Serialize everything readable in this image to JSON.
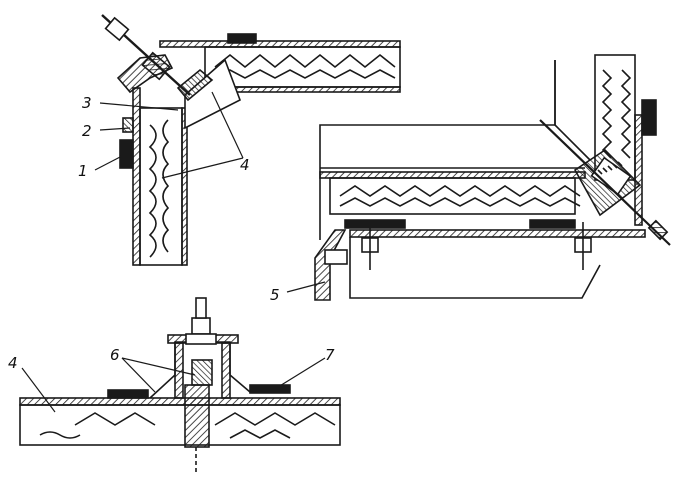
{
  "figure": {
    "callouts": [
      {
        "id": "c1",
        "text": "1"
      },
      {
        "id": "c2",
        "text": "2"
      },
      {
        "id": "c3",
        "text": "3"
      },
      {
        "id": "c4a",
        "text": "4"
      },
      {
        "id": "c4b",
        "text": "4"
      },
      {
        "id": "c5",
        "text": "5"
      },
      {
        "id": "c6",
        "text": "6"
      },
      {
        "id": "c7",
        "text": "7"
      }
    ]
  },
  "colors": {
    "ink": "#1a1a1a",
    "paper": "#ffffff"
  }
}
